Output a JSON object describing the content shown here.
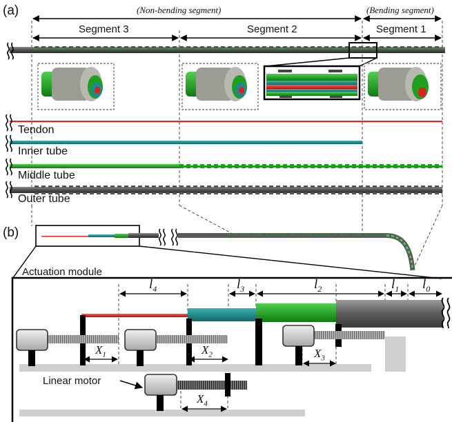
{
  "panel_a": {
    "label": "(a)",
    "non_bending": "(Non-bending segment)",
    "bending": "(Bending segment)",
    "segment3": "Segment 3",
    "segment2": "Segment 2",
    "segment1": "Segment 1",
    "tendon": "Tendon",
    "inner_tube": "Inner tube",
    "middle_tube": "Middle tube",
    "outer_tube": "Outer tube"
  },
  "panel_b": {
    "label": "(b)",
    "actuation_module": "Actuation module",
    "linear_motor": "Linear motor",
    "l4_base": "l",
    "l4_sub": "4",
    "l3_base": "l",
    "l3_sub": "3",
    "l2_base": "l",
    "l2_sub": "2",
    "l1_base": "l",
    "l1_sub": "1",
    "l0_base": "l",
    "l0_sub": "0",
    "x1_base": "X",
    "x1_sub": "1",
    "x2_base": "X",
    "x2_sub": "2",
    "x3_base": "X",
    "x3_sub": "3",
    "x4_base": "X",
    "x4_sub": "4"
  },
  "colors": {
    "tendon": "#e8241c",
    "inner_tube": "#1e8a8a",
    "middle_tube": "#1fa81f",
    "outer_tube": "#6f6f6f",
    "motor": "#d8d8d8",
    "base_plate": "#cfcfcf"
  }
}
